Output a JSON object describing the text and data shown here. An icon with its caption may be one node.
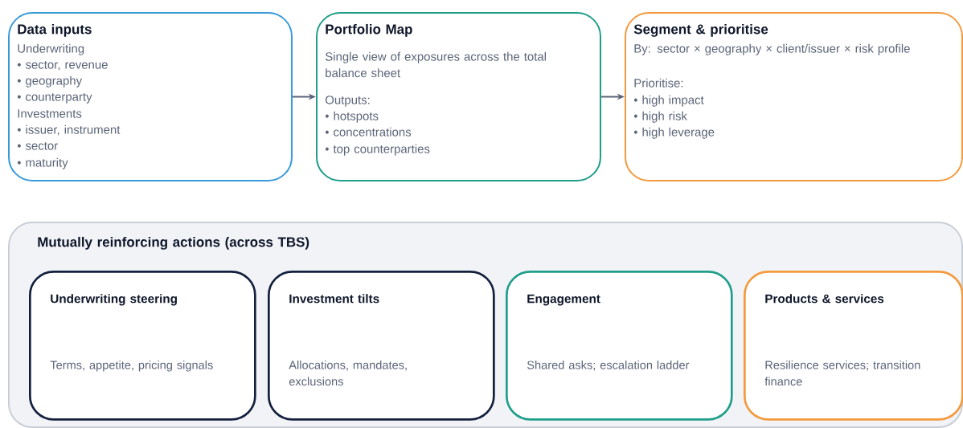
{
  "diagram": {
    "nodes": [
      {
        "text": [
          "Data inputs",
          "Underwriting",
          "• sector, revenue",
          "• geography",
          "• counterparty",
          "Investments",
          "• issuer, instrument",
          "• sector",
          "• maturity"
        ]
      },
      {
        "text": [
          "Portfolio Map",
          "Single view of exposures across the total balance sheet",
          "Outputs:",
          "• hotspots",
          "• concentrations",
          "• top counterparties"
        ]
      },
      {
        "text": [
          "Segment & prioritise",
          "By: sector × geography × client/issuer × risk profile",
          "Prioritise:",
          "• high impact",
          "• high risk",
          "• high leverage"
        ]
      },
      {
        "text": [
          "Mutually reinforcing actions (across TBS)"
        ]
      },
      {
        "text": [
          "Underwriting steering",
          "Terms, appetite, pricing signals"
        ],
        "in": 3
      },
      {
        "text": [
          "Investment tilts",
          "Allocations, mandates, exclusions"
        ],
        "in": 3
      },
      {
        "text": [
          "Engagement",
          "Shared asks; escalation ladder"
        ],
        "in": 3
      },
      {
        "text": [
          "Products & services",
          "Resilience services; transition finance"
        ],
        "in": 3
      }
    ],
    "edges": [
      {
        "from": 0,
        "to": 1,
        "arrow": "to"
      },
      {
        "from": 1,
        "to": 2,
        "arrow": "to"
      }
    ]
  }
}
